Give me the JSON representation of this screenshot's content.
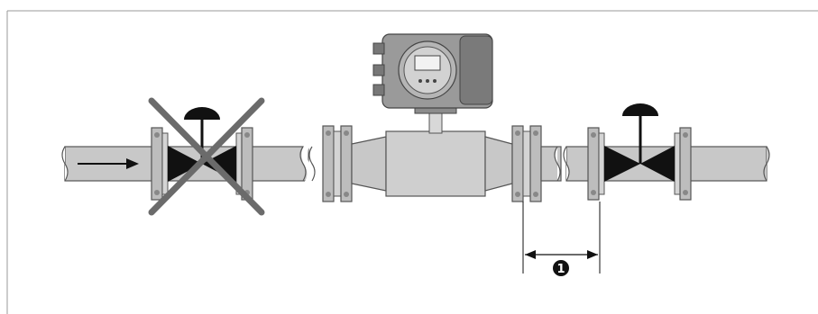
{
  "diagram": {
    "callout": {
      "label": "1"
    },
    "components": {
      "upstream_valve": {
        "status": "crossed-out",
        "icon": "valve-icon"
      },
      "flowmeter": {
        "icon": "flowmeter-icon"
      },
      "downstream_valve": {
        "status": "allowed",
        "icon": "valve-icon"
      },
      "flow_arrow": {
        "icon": "arrow-right-icon"
      }
    },
    "colors": {
      "pipe": "#c8c8c8",
      "pipe_stroke": "#555555",
      "flange": "#b9b9b9",
      "valve_body": "#111111",
      "cross_out": "#666666",
      "transmitter": "#9a9a9a",
      "border": "#999999"
    }
  }
}
